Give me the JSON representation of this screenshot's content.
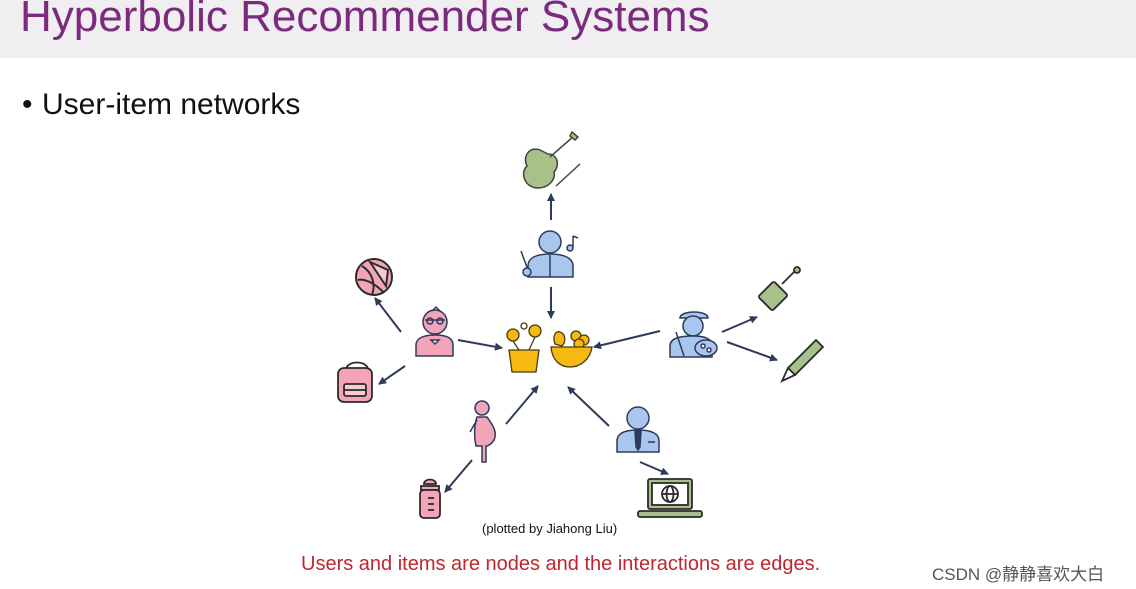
{
  "slide": {
    "title": "Hyperbolic Recommender Systems",
    "bullet": "User-item networks",
    "credit": "(plotted by Jiahong Liu)",
    "caption": "Users and items are nodes and the interactions are edges.",
    "watermark": "CSDN @静静喜欢大白"
  },
  "colors": {
    "title": "#7b2a7e",
    "caption": "#c0262d",
    "edge": "#2d3a5c",
    "user_blue": "#a9c6ee",
    "user_pink": "#f4a4b8",
    "item_green": "#a8c08a",
    "item_yellow": "#f5b90f"
  },
  "diagram": {
    "nodes": [
      {
        "id": "flower-pot",
        "kind": "item",
        "icon": "flower-pot-icon"
      },
      {
        "id": "fruit-bowl",
        "kind": "item",
        "icon": "fruit-bowl-icon"
      },
      {
        "id": "violin",
        "kind": "item",
        "icon": "violin-icon"
      },
      {
        "id": "beach-ball",
        "kind": "item",
        "icon": "beach-ball-icon"
      },
      {
        "id": "backpack",
        "kind": "item",
        "icon": "backpack-icon"
      },
      {
        "id": "paint-brush",
        "kind": "item",
        "icon": "paint-brush-icon"
      },
      {
        "id": "pencil",
        "kind": "item",
        "icon": "pencil-icon"
      },
      {
        "id": "laptop",
        "kind": "item",
        "icon": "laptop-icon"
      },
      {
        "id": "baby-bottle",
        "kind": "item",
        "icon": "baby-bottle-icon"
      },
      {
        "id": "musician-user",
        "kind": "user",
        "icon": "musician-user-icon"
      },
      {
        "id": "child-user",
        "kind": "user",
        "icon": "child-user-icon"
      },
      {
        "id": "painter-user",
        "kind": "user",
        "icon": "painter-user-icon"
      },
      {
        "id": "businessman-user",
        "kind": "user",
        "icon": "businessman-user-icon"
      },
      {
        "id": "pregnant-user",
        "kind": "user",
        "icon": "pregnant-woman-user-icon"
      }
    ],
    "edges": [
      {
        "from": "musician-user",
        "to": "violin"
      },
      {
        "from": "musician-user",
        "to": "fruit-bowl"
      },
      {
        "from": "child-user",
        "to": "beach-ball"
      },
      {
        "from": "child-user",
        "to": "backpack"
      },
      {
        "from": "child-user",
        "to": "flower-pot"
      },
      {
        "from": "painter-user",
        "to": "fruit-bowl"
      },
      {
        "from": "painter-user",
        "to": "paint-brush"
      },
      {
        "from": "painter-user",
        "to": "pencil"
      },
      {
        "from": "businessman-user",
        "to": "fruit-bowl"
      },
      {
        "from": "businessman-user",
        "to": "laptop"
      },
      {
        "from": "pregnant-user",
        "to": "flower-pot"
      },
      {
        "from": "pregnant-user",
        "to": "baby-bottle"
      }
    ]
  }
}
